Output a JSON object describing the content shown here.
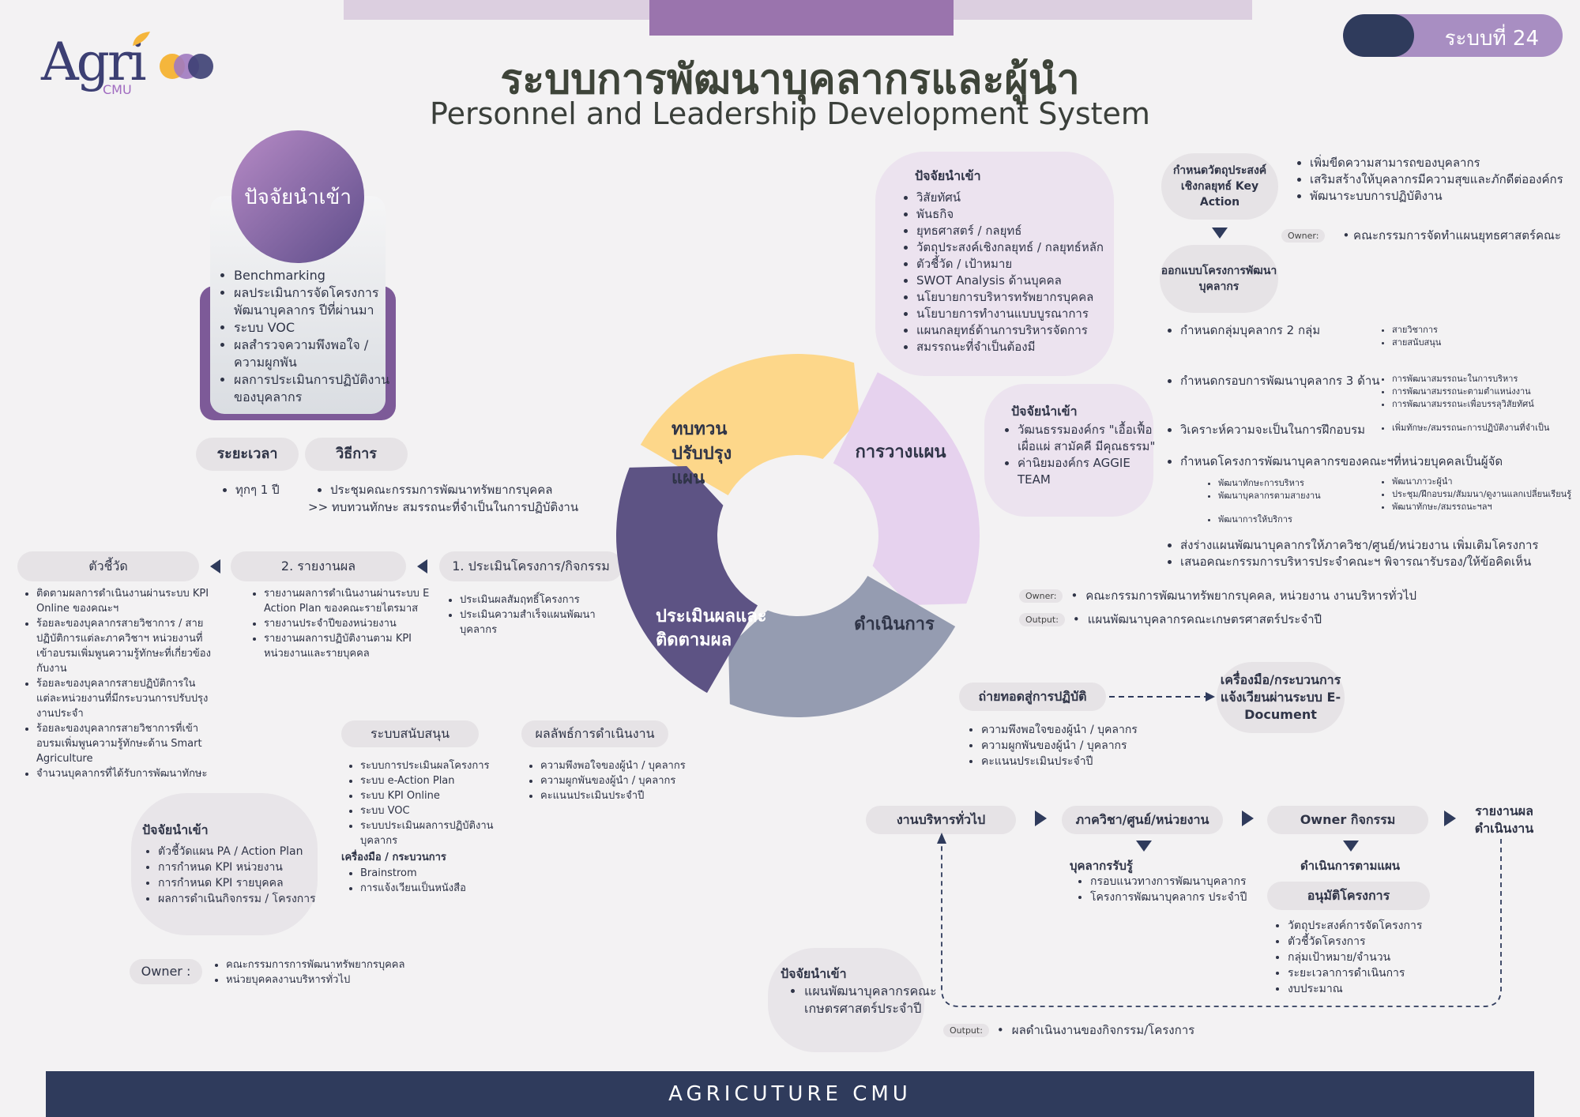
{
  "header": {
    "title_th": "ระบบการพัฒนาบุคลากรและผู้นำ",
    "title_en": "Personnel and Leadership Development System",
    "system_badge": "ระบบที่ 24",
    "logo_text": "Agri",
    "logo_sub": "CMU"
  },
  "input_card": {
    "title": "ปัจจัยนำเข้า",
    "items": [
      "Benchmarking",
      "ผลประเมินการจัดโครงการพัฒนาบุคลากร ปีที่ผ่านมา",
      "ระบบ VOC",
      "ผลสำรวจความพึงพอใจ / ความผูกพัน",
      "ผลการประเมินการปฏิบัติงานของบุคลากร"
    ]
  },
  "period_method": {
    "period_label": "ระยะเวลา",
    "method_label": "วิธีการ",
    "period_item": "ทุกๆ 1 ปี",
    "method_item": "ประชุมคณะกรรมการพัฒนาทรัพยากรบุคคล",
    "method_sub": ">> ทบทวนทักษะ สมรรถนะที่จำเป็นในการปฏิบัติงาน"
  },
  "flow_left": {
    "kpi_label": "ตัวชี้วัด",
    "report_label": "2. รายงานผล",
    "evaluate_label": "1. ประเมินโครงการ/กิจกรรม",
    "kpi_items": [
      "ติดตามผลการดำเนินงานผ่านระบบ KPI Online ของคณะฯ",
      "ร้อยละของบุคลากรสายวิชาการ / สายปฏิบัติการแต่ละภาควิชาฯ หน่วยงานที่เข้าอบรมเพิ่มพูนความรู้ทักษะที่เกี่ยวข้องกับงาน",
      "ร้อยละของบุคลากรสายปฏิบัติการในแต่ละหน่วยงานที่มีกระบวนการปรับปรุงงานประจำ",
      "ร้อยละของบุคลากรสายวิชาการที่เข้าอบรมเพิ่มพูนความรู้ทักษะด้าน Smart Agriculture",
      "จำนวนบุคลากรที่ได้รับการพัฒนาทักษะ"
    ],
    "report_items": [
      "รายงานผลการดำเนินงานผ่านระบบ E Action Plan ของคณะรายไตรมาส",
      "รายงานประจำปีของหน่วยงาน",
      "รายงานผลการปฏิบัติงานตาม KPI หน่วยงานและรายบุคคล"
    ],
    "evaluate_items": [
      "ประเมินผลสัมฤทธิ์โครงการ",
      "ประเมินความสำเร็จแผนพัฒนาบุคลากร"
    ]
  },
  "support": {
    "label": "ระบบสนับสนุน",
    "items": [
      "ระบบการประเมินผลโครงการ",
      "ระบบ e-Action Plan",
      "ระบบ KPI Online",
      "ระบบ VOC",
      "ระบบประเมินผลการปฏิบัติงานบุคลากร"
    ],
    "tools_label": "เครื่องมือ / กระบวนการ",
    "tools": [
      "Brainstrom",
      "การแจ้งเวียนเป็นหนังสือ"
    ]
  },
  "results": {
    "label": "ผลลัพธ์การดำเนินงาน",
    "items": [
      "ความพึงพอใจของผู้นำ / บุคลากร",
      "ความผูกพันของผู้นำ / บุคลากร",
      "คะแนนประเมินประจำปี"
    ]
  },
  "input_bottom_left": {
    "title": "ปัจจัยนำเข้า",
    "items": [
      "ตัวชี้วัดแผน PA / Action Plan",
      "การกำหนด KPI หน่วยงาน",
      "การกำหนด KPI รายบุคคล",
      "ผลการดำเนินกิจกรรม / โครงการ"
    ]
  },
  "owner_bottom_left": {
    "label": "Owner :",
    "items": [
      "คณะกรรมการการพัฒนาทรัพยากรบุคคล",
      "หน่วยบุคคลงานบริหารทั่วไป"
    ]
  },
  "cycle": {
    "review": "ทบทวน ปรับปรุง แผน",
    "plan": "การวางแผน",
    "evaluate": "ประเมินผลและ ติดตามผล",
    "execute": "ดำเนินการ",
    "colors": {
      "review": "#fdd78a",
      "plan": "#e6d2ee",
      "evaluate": "#5d5384",
      "execute": "#959cb1"
    }
  },
  "input_top_center": {
    "title": "ปัจจัยนำเข้า",
    "items": [
      "วิสัยทัศน์",
      "พันธกิจ",
      "ยุทธศาสตร์ / กลยุทธ์",
      "วัตถุประสงค์เชิงกลยุทธ์ / กลยุทธ์หลัก",
      "ตัวชี้วัด / เป้าหมาย",
      "SWOT Analysis ด้านบุคคล",
      "นโยบายการบริหารทรัพยากรบุคคล",
      "นโยบายการทำงานแบบบูรณาการ",
      "แผนกลยุทธ์ด้านการบริหารจัดการ",
      "สมรรถนะที่จำเป็นต้องมี"
    ]
  },
  "input_mid_right": {
    "title": "ปัจจัยนำเข้า",
    "items": [
      "วัฒนธรรมองค์กร \"เอื้อเฟื้อ เผื่อแผ่ สามัคคี มีคุณธรรม\"",
      "ค่านิยมองค์กร AGGIE TEAM"
    ]
  },
  "planning": {
    "objective_label": "กำหนดวัตถุประสงค์เชิงกลยุทธ์ Key Action",
    "objective_items": [
      "เพิ่มขีดความสามารถของบุคลากร",
      "เสริมสร้างให้บุคลากรมีความสุขและภักดีต่อองค์กร",
      "พัฒนาระบบการปฏิบัติงาน"
    ],
    "owner_tag": "Owner:",
    "owner_text": "คณะกรรมการจัดทำแผนยุทธศาสตร์คณะ",
    "design_label": "ออกแบบโครงการพัฒนาบุคลากร",
    "step1": "กำหนดกลุ่มบุคลากร 2 กลุ่ม",
    "step1_sub": [
      "สายวิชาการ",
      "สายสนับสนุน"
    ],
    "step2": "กำหนดกรอบการพัฒนาบุคลากร 3 ด้าน",
    "step2_sub": [
      "การพัฒนาสมรรถนะในการบริหาร",
      "การพัฒนาสมรรถนะตามตำแหน่งงาน",
      "การพัฒนาสมรรถนะเพื่อบรรลุวิสัยทัศน์"
    ],
    "step3": "วิเคราะห์ความจะเป็นในการฝึกอบรม",
    "step3_sub": [
      "เพิ่มทักษะ/สมรรถนะการปฏิบัติงานที่จำเป็น"
    ],
    "step4": "กำหนดโครงการพัฒนาบุคลากรของคณะฯที่หน่วยบุคคลเป็นผู้จัด",
    "step4_sub_left": [
      "พัฒนาทักษะการบริหาร",
      "พัฒนาบุคลากรตามสายงาน",
      "พัฒนาการให้บริการ"
    ],
    "step4_sub_right": [
      "พัฒนาภาวะผู้นำ",
      "ประชุม/ฝึกอบรม/สัมมนา/ดูงานแลกเปลี่ยนเรียนรู้",
      "พัฒนาทักษะ/สมรรถนะฯลฯ"
    ],
    "step5": "ส่งร่างแผนพัฒนาบุคลากรให้ภาควิชา/ศูนย์/หน่วยงาน เพิ่มเติมโครงการ",
    "step6": "เสนอคณะกรรมการบริหารประจำคณะฯ พิจารณารับรอง/ให้ข้อคิดเห็น",
    "owner2_tag": "Owner:",
    "owner2_text": "คณะกรรมการพัฒนาทรัพยากรบุคคล, หน่วยงาน งานบริหารทั่วไป",
    "output_tag": "Output:",
    "output_text": "แผนพัฒนาบุคลากรคณะเกษตรศาสตร์ประจำปี"
  },
  "execution": {
    "transfer_label": "ถ่ายทอดสู่การปฏิบัติ",
    "tools_label": "เครื่องมือ/กระบวนการแจ้งเวียนผ่านระบบ E-Document",
    "transfer_items": [
      "ความพึงพอใจของผู้นำ / บุคลากร",
      "ความผูกพันของผู้นำ / บุคลากร",
      "คะแนนประเมินประจำปี"
    ],
    "general_admin": "งานบริหารทั่วไป",
    "dept": "ภาควิชา/ศูนย์/หน่วยงาน",
    "owner_activity": "Owner กิจกรรม",
    "report": "รายงานผล ดำเนินงาน",
    "ack_label": "บุคลากรรับรู้",
    "ack_items": [
      "กรอบแนวทางการพัฒนาบุคลากร",
      "โครงการพัฒนาบุคลากร ประจำปี"
    ],
    "per_plan": "ดำเนินการตามแผน",
    "approve_label": "อนุมัติโครงการ",
    "approve_items": [
      "วัตถุประสงค์การจัดโครงการ",
      "ตัวชี้วัดโครงการ",
      "กลุ่มเป้าหมาย/จำนวน",
      "ระยะเวลาการดำเนินการ",
      "งบประมาณ"
    ],
    "input_title": "ปัจจัยนำเข้า",
    "input_items": [
      "แผนพัฒนาบุคลากรคณะเกษตรศาสตร์ประจำปี"
    ],
    "output_tag": "Output:",
    "output_text": "ผลดำเนินงานของกิจกรรม/โครงการ"
  },
  "footer": {
    "text": "AGRICUTURE CMU"
  }
}
